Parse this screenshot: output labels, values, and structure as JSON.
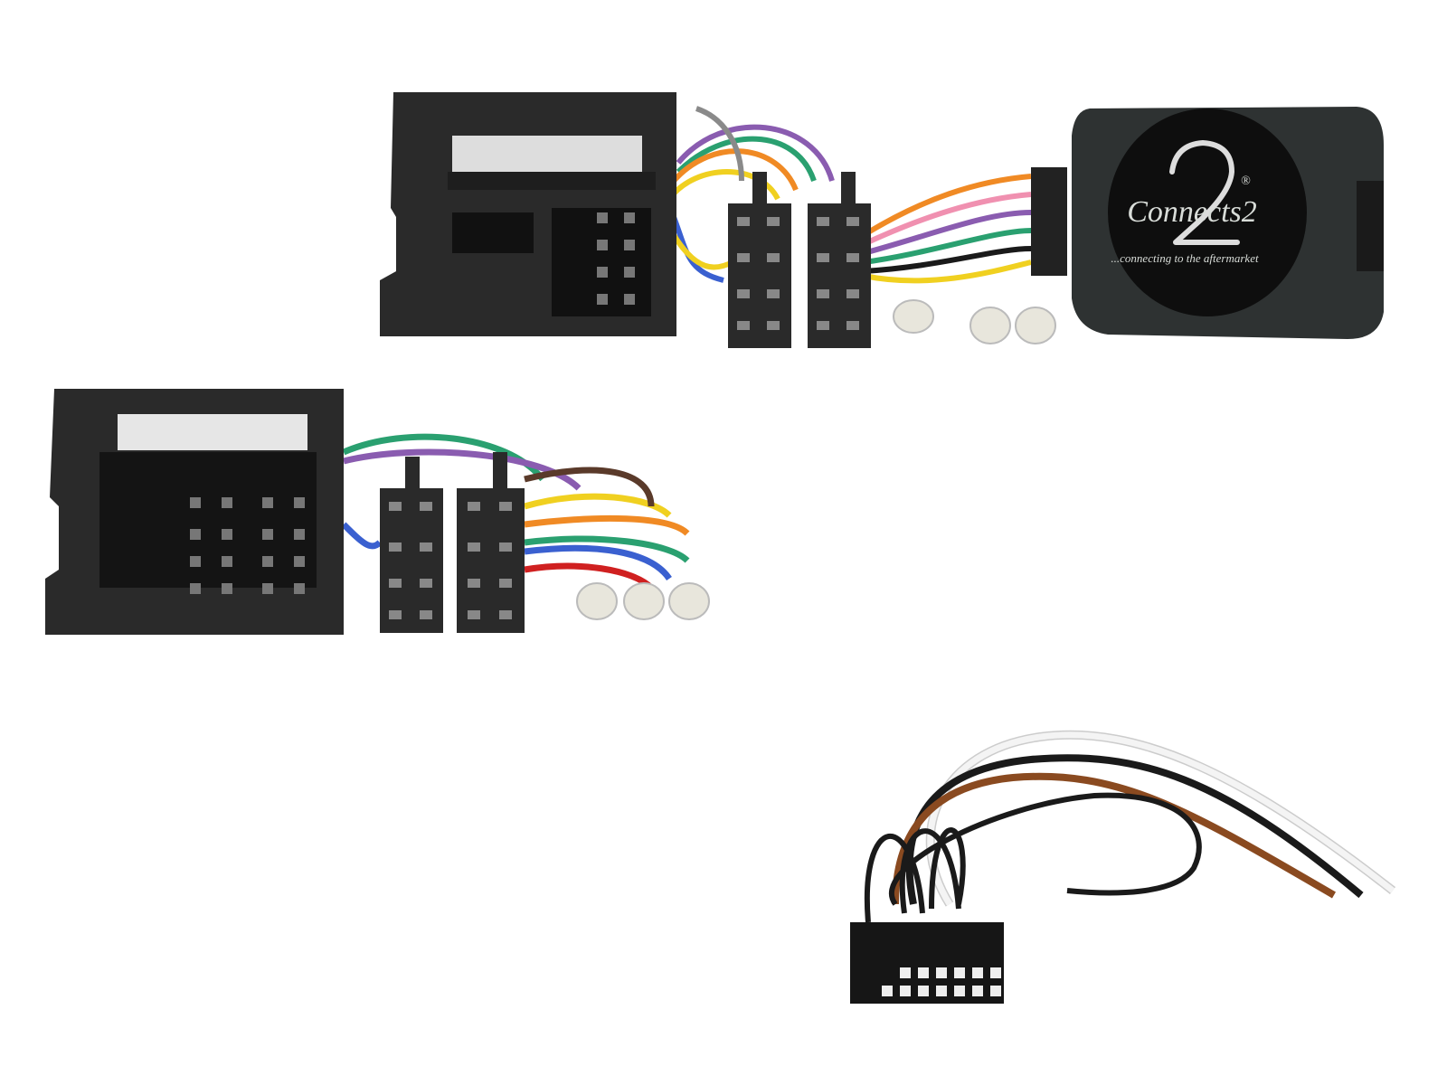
{
  "product": {
    "logo": {
      "brand": "Connects2",
      "numeral": "2",
      "registered": "®",
      "tagline": "...connecting to the aftermarket"
    }
  },
  "colors": {
    "connector_body": "#2a2a2a",
    "interface_box": "#2e3232",
    "wire_orange": "#f08a24",
    "wire_purple": "#8a5cb0",
    "wire_green": "#2aa070",
    "wire_yellow": "#f0d020",
    "wire_blue": "#3a60d0",
    "wire_grey": "#8a8a8a",
    "wire_pink": "#f090b0",
    "wire_red": "#d02020",
    "wire_brown": "#8a4a20",
    "wire_white": "#f4f4f4",
    "wire_black": "#1a1a1a"
  }
}
